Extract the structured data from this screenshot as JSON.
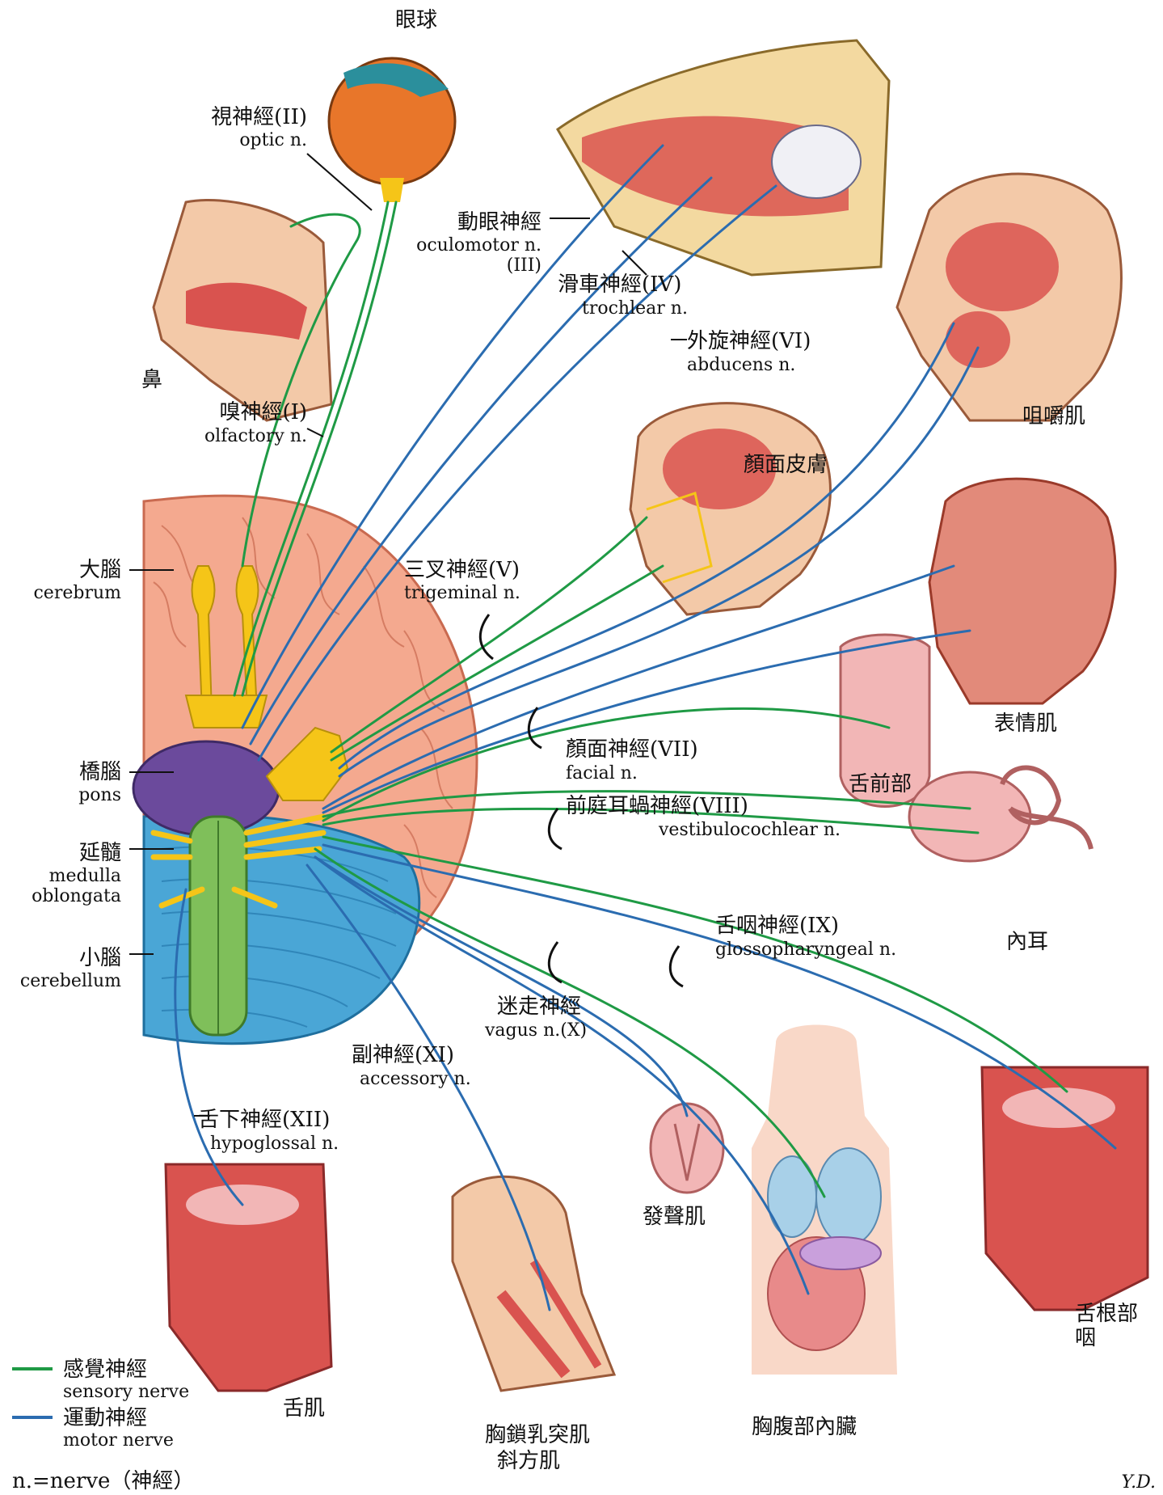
{
  "colors": {
    "sensory": "#1f9a45",
    "motor": "#2b6cb0",
    "cerebrum": "#f4a98f",
    "cerebellum": "#4aa6d6",
    "pons": "#6b4a9c",
    "medulla": "#7fbf5a",
    "nerve_yellow": "#f5c518",
    "muscle": "#d9534f",
    "skin": "#f3c9a8"
  },
  "labels": {
    "eyeball": "眼球",
    "optic_zh": "視神經(II)",
    "optic_en": "optic n.",
    "oculomotor_zh": "動眼神經",
    "oculomotor_en": "oculomotor n.",
    "oculomotor_num": "(III)",
    "trochlear_zh": "滑車神經(IV)",
    "trochlear_en": "trochlear n.",
    "abducens_zh": "外旋神經(VI)",
    "abducens_en": "abducens n.",
    "nose": "鼻",
    "olfactory_zh": "嗅神經(I)",
    "olfactory_en": "olfactory n.",
    "masseter": "咀嚼肌",
    "face_skin": "顏面皮膚",
    "cerebrum_zh": "大腦",
    "cerebrum_en": "cerebrum",
    "trigeminal_zh": "三叉神經(V)",
    "trigeminal_en": "trigeminal n.",
    "expression": "表情肌",
    "pons_zh": "橋腦",
    "pons_en": "pons",
    "facial_zh": "顏面神經(VII)",
    "facial_en": "facial n.",
    "tongue_front": "舌前部",
    "medulla_zh": "延髓",
    "medulla_en1": "medulla",
    "medulla_en2": "oblongata",
    "vestibulo_zh": "前庭耳蝸神經(VIII)",
    "vestibulo_en": "vestibulocochlear n.",
    "inner_ear": "內耳",
    "cerebellum_zh": "小腦",
    "cerebellum_en": "cerebellum",
    "glosso_zh": "舌咽神經(IX)",
    "glosso_en": "glossopharyngeal n.",
    "vagus_zh": "迷走神經",
    "vagus_en": "vagus n.(X)",
    "accessory_zh": "副神經(XI)",
    "accessory_en": "accessory n.",
    "hypoglossal_zh": "舌下神經(XII)",
    "hypoglossal_en": "hypoglossal n.",
    "vocal": "發聲肌",
    "tongue_root": "舌根部",
    "pharynx": "咽",
    "tongue_muscle": "舌肌",
    "scm1": "胸鎖乳突肌",
    "scm2": "斜方肌",
    "viscera": "胸腹部內臟",
    "signature": "Y.D."
  },
  "legend": {
    "sensory_zh": "感覺神經",
    "sensory_en": "sensory nerve",
    "motor_zh": "運動神經",
    "motor_en": "motor nerve",
    "note": "n.=nerve（神經）"
  }
}
